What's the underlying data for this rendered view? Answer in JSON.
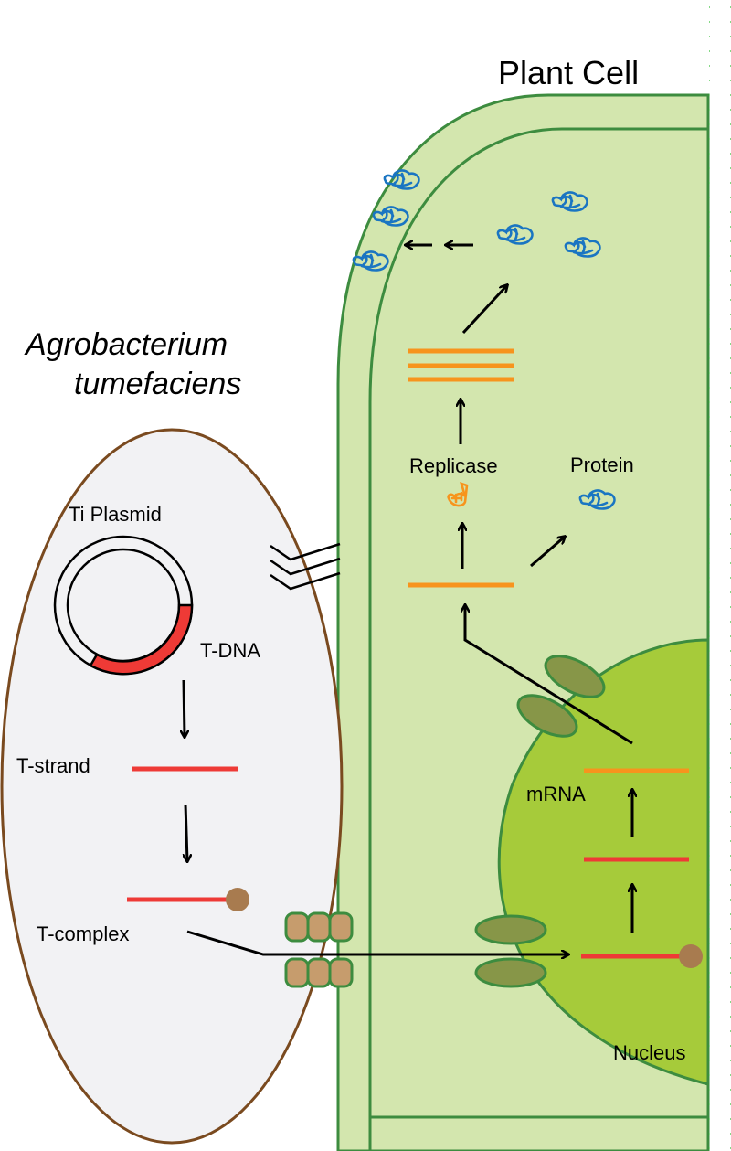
{
  "labels": {
    "plant_cell": "Plant Cell",
    "species_line1": "Agrobacterium",
    "species_line2": "tumefaciens",
    "ti_plasmid": "Ti Plasmid",
    "t_dna": "T-DNA",
    "t_strand": "T-strand",
    "t_complex": "T-complex",
    "replicase": "Replicase",
    "protein": "Protein",
    "mrna": "mRNA",
    "nucleus": "Nucleus"
  },
  "colors": {
    "cell_wall": "#d3e6ae",
    "cell_border": "#3d8c3f",
    "nucleus": "#a6cb3a",
    "nuclear_pore": "#879648",
    "bacterium": "#f2f2f4",
    "bacterium_border": "#7a4a1f",
    "t_dna_red": "#ee3a36",
    "orange_rna": "#f7941d",
    "protein_blue": "#1a75c2",
    "vird2_brown": "#a87b4f",
    "channel_tan": "#c69c6d"
  }
}
